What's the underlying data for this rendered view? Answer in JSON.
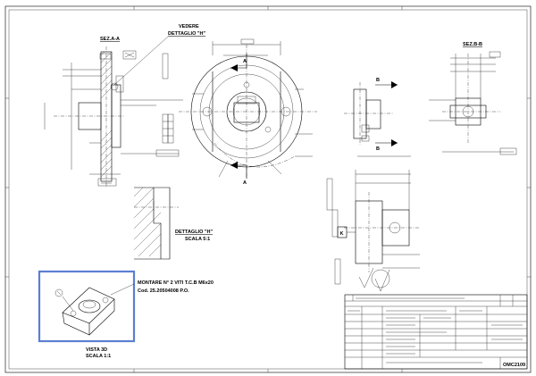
{
  "sections": {
    "sez_aa": "SEZ.A-A",
    "sez_bb": "SEZ.B-B"
  },
  "callouts": {
    "vedere": "VEDERE",
    "dettaglio_h_ref": "DETTAGLIO \"H\"",
    "dettaglio_h_title": "DETTAGLIO \"H\"",
    "dettaglio_h_scale": "SCALA 5:1",
    "montare_1": "MONTARE N° 2 VITI T.C.B M6x20",
    "montare_2": "Cod. 25.20504008 P.O.",
    "vista_3d": "VISTA 3D",
    "vista_3d_scale": "SCALA 1:1"
  },
  "markers": {
    "a_top": "A",
    "a_bottom": "A",
    "b_top": "B",
    "b_bottom": "B",
    "k": "K"
  },
  "title_block": {
    "drawing_number": "OMC2109"
  },
  "colors": {
    "frame": "#000000",
    "highlight": "#5b7fd1"
  }
}
